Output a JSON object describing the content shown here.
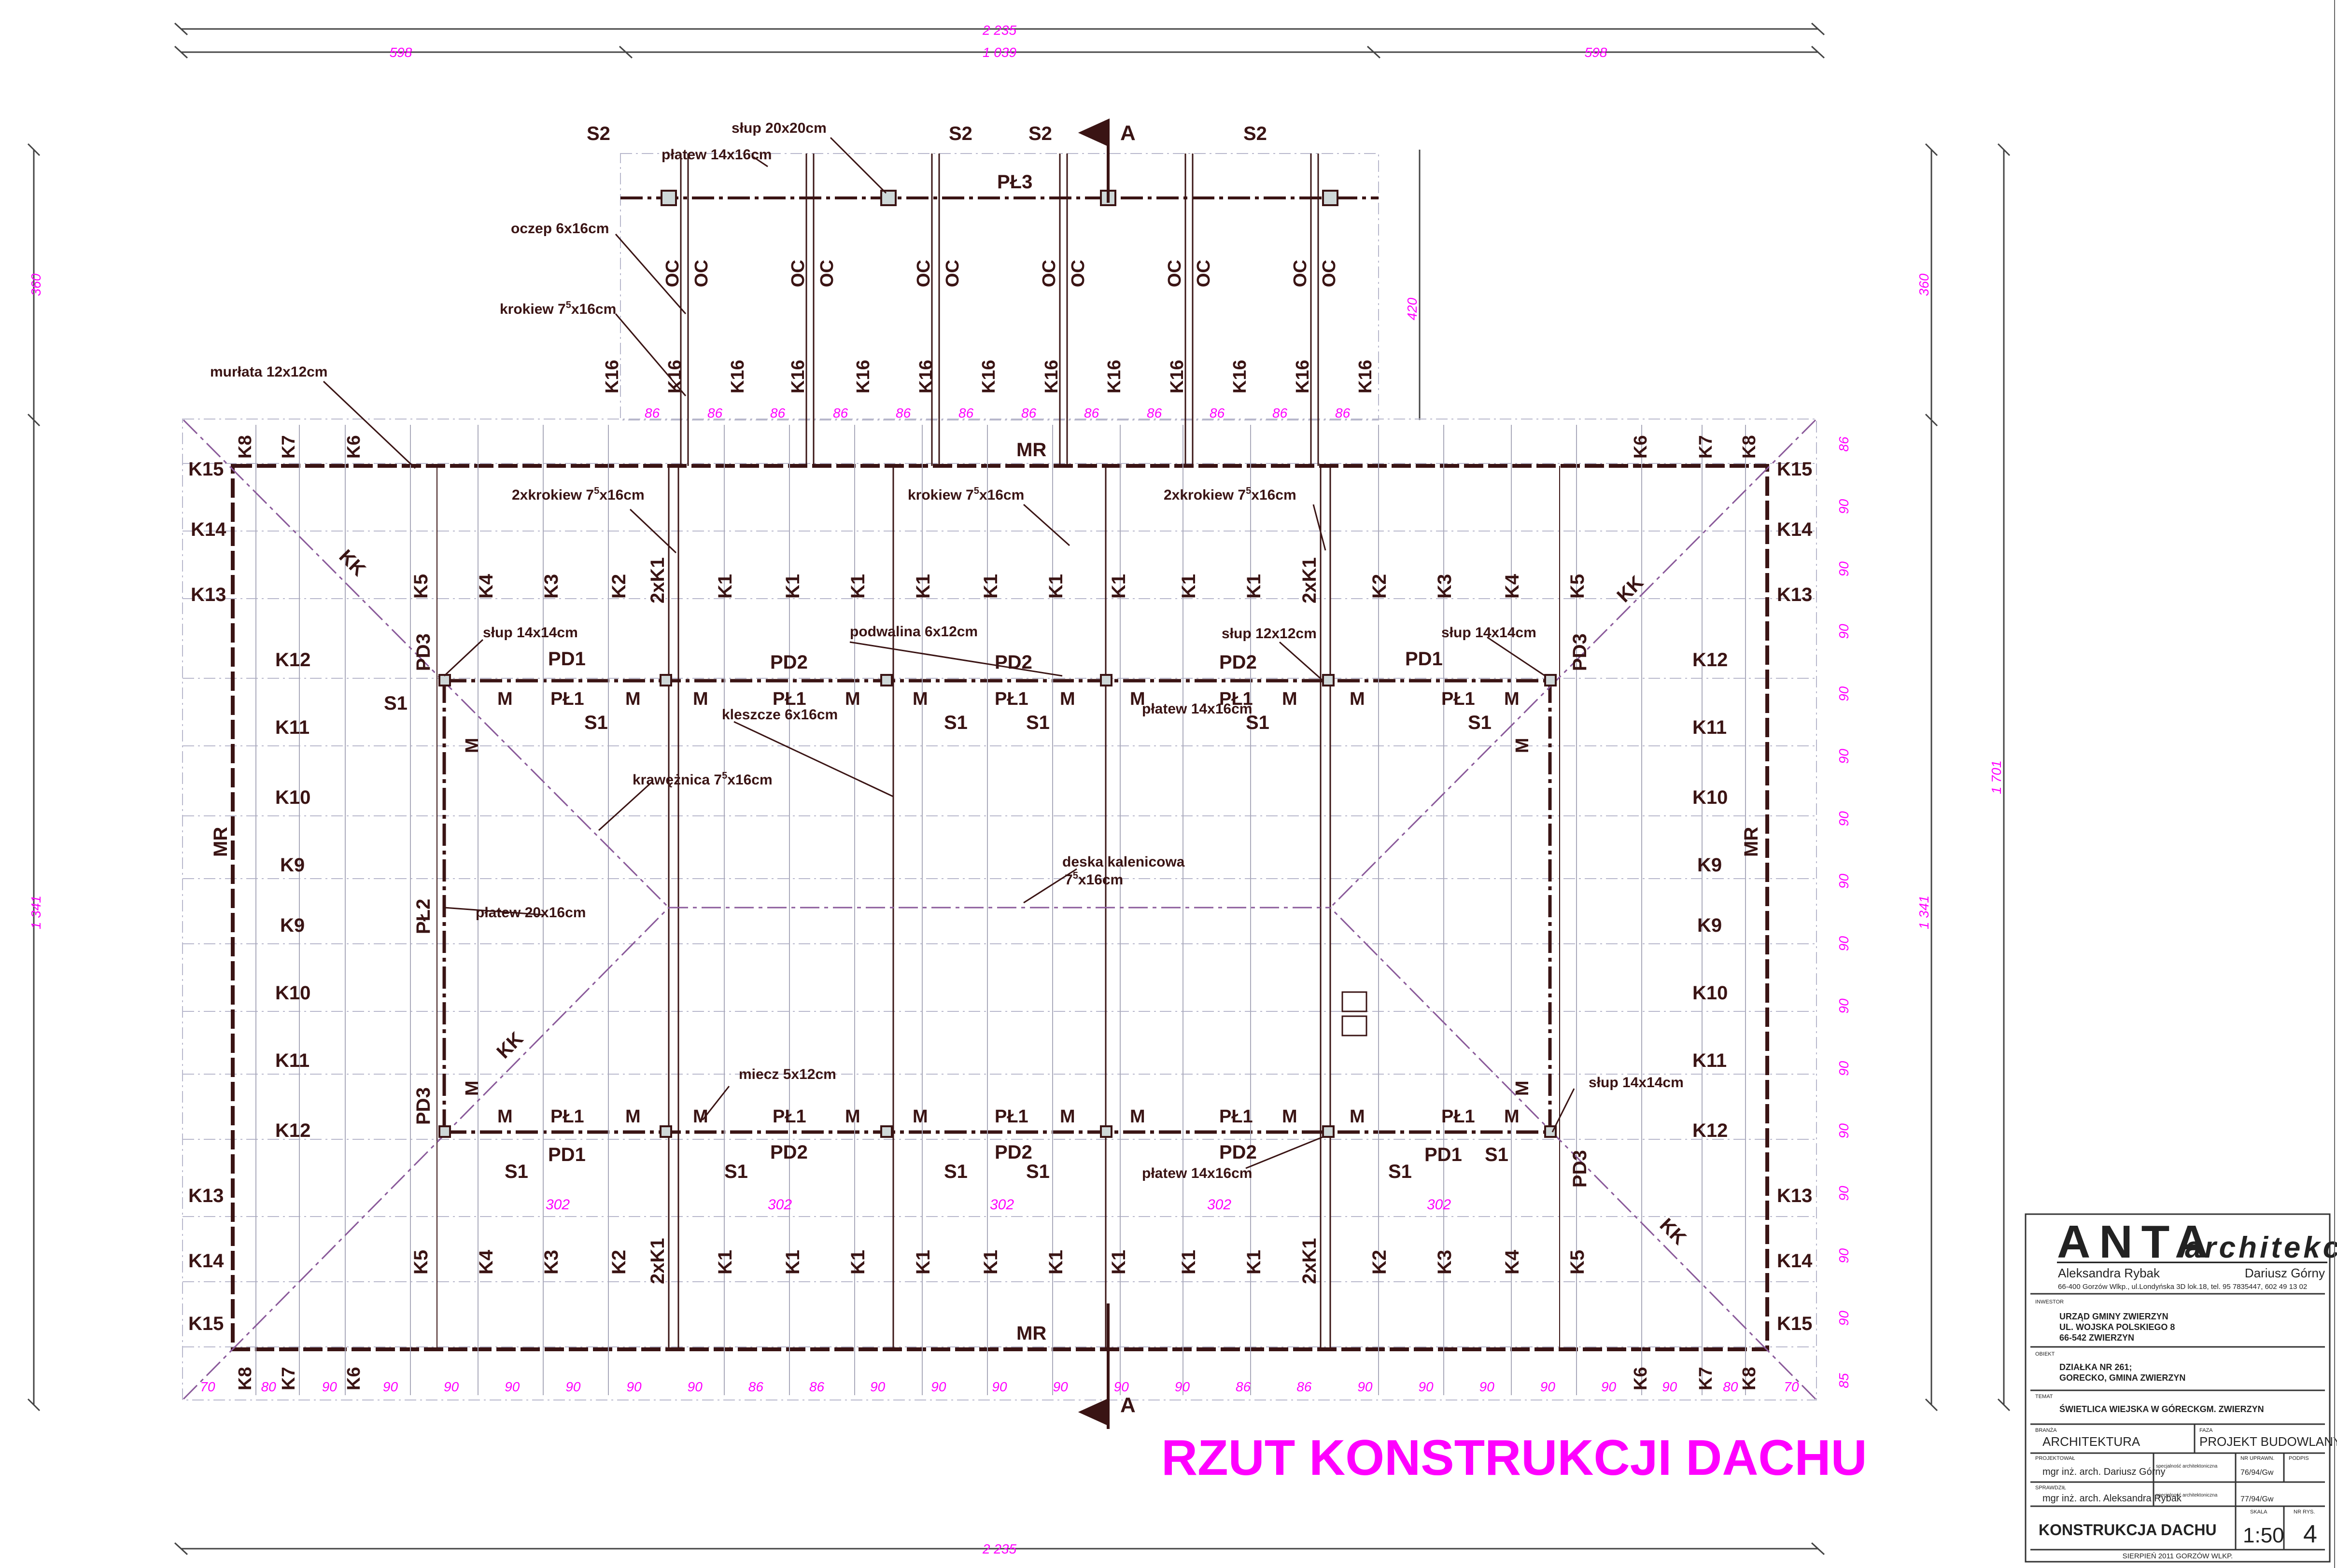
{
  "title": "RZUT KONSTRUKCJI DACHU",
  "dimensions": {
    "top_total": "2 235",
    "top_left": "598",
    "top_mid": "1 039",
    "top_right": "598",
    "bottom_total": "2 235",
    "left_top": "360",
    "left_main": "1 341",
    "right_top": "360",
    "right_main": "1 341",
    "right_total": "1 701",
    "wing_height": "420",
    "rafter_spacing": "86",
    "bay": "302",
    "row_spacing": [
      "86",
      "90",
      "90",
      "90",
      "90",
      "90",
      "90",
      "90",
      "90",
      "90",
      "90",
      "90",
      "90",
      "90",
      "90",
      "85"
    ],
    "bottom_row": [
      "70",
      "80",
      "90",
      "90",
      "90",
      "90",
      "90",
      "90",
      "90",
      "86",
      "86",
      "90",
      "90",
      "90",
      "90",
      "90",
      "90",
      "86",
      "86",
      "90",
      "90",
      "90",
      "90",
      "90",
      "90",
      "80",
      "70"
    ]
  },
  "element_codes": {
    "post_top": "S2",
    "post": "S1",
    "wall_plate": "MR",
    "hip_rafter": "KK",
    "double_rafter": "2xK1",
    "rafter": "K1",
    "section": "A",
    "brace": "M",
    "oc": "OC",
    "k16": "K16",
    "purlin3": "PŁ3",
    "purlin2": "PŁ2",
    "purlin1": "PŁ1",
    "pd1": "PD1",
    "pd2": "PD2",
    "pd3": "PD3",
    "jack_left": [
      "K5",
      "K4",
      "K3",
      "K2"
    ],
    "jack_right": [
      "K2",
      "K3",
      "K4",
      "K5"
    ],
    "edge_top": [
      "K8",
      "K7",
      "K6"
    ],
    "edge_side_top": [
      "K15",
      "K14",
      "K13"
    ],
    "side_rows": [
      "K12",
      "K11",
      "K10",
      "K9",
      "K9",
      "K10",
      "K11",
      "K12"
    ]
  },
  "callouts": {
    "slup20": "słup 20x20cm",
    "platew14_top": "płatew 14x16cm",
    "oczep": "oczep 6x16cm",
    "krokiew_wing_a": "krokiew 7",
    "krokiew_wing_b": "x16cm",
    "murlata": "murłata 12x12cm",
    "two_krokiew_a": "2xkrokiew 7",
    "two_krokiew_b": "x16cm",
    "krokiew_main_a": "krokiew 7",
    "krokiew_main_b": "x16cm",
    "two_krokiew2_a": "2xkrokiew 7",
    "two_krokiew2_b": "x16cm",
    "slup14_left": "słup 14x14cm",
    "podwalina": "podwalina 6x12cm",
    "slup12": "słup 12x12cm",
    "slup14_right": "słup 14x14cm",
    "kleszcze": "kleszcze 6x16cm",
    "platew14_mid": "płatew 14x16cm",
    "kraweznica_a": "krawężnica  7",
    "kraweznica_b": "x16cm",
    "deska_a": "deska kalenicowa",
    "deska_b": "7",
    "deska_c": "x16cm",
    "platew20": "płatew 20x16cm",
    "miecz": "miecz 5x12cm",
    "slup14_bottom": "słup 14x14cm",
    "platew14_bottom": "płatew 14x16cm",
    "superscript": "5"
  },
  "title_block": {
    "firm_main": "ANTA",
    "firm_script": "architekci",
    "person_left": "Aleksandra Rybak",
    "person_right": "Dariusz Górny",
    "address": "66-400 Gorzów Wlkp., ul.Londyńska 3D lok.18,  tel. 95 7835447,  602 49 13 02",
    "investor_label": "INWESTOR",
    "investor": [
      "URZĄD GMINY ZWIERZYN",
      "UL. WOJSKA POLSKIEGO 8",
      "66-542 ZWIERZYN"
    ],
    "site_label": "OBIEKT",
    "site": [
      "DZIAŁKA NR 261;",
      "GORECKO, GMINA ZWIERZYN"
    ],
    "object_label": "TEMAT",
    "object": "ŚWIETLICA WIEJSKA W GÓRECKGM. ZWIERZYN",
    "branch_label": "BRANŻA",
    "branch": "ARCHITEKTURA",
    "phase_label": "FAZA",
    "phase": "PROJEKT BUDOWLANY",
    "designer_label": "PROJEKTOWAŁ",
    "designer": "mgr inż. arch. Dariusz Górny",
    "spec_label": "specjalność architektoniczna",
    "perm_label": "NR UPRAWN.",
    "perm1": "76/94/Gw",
    "sign_label": "PODPIS",
    "checker_label": "SPRAWDZIŁ",
    "checker": "mgr inż. arch. Aleksandra Rybak",
    "perm2": "77/94/Gw",
    "drawing": "KONSTRUKCJA DACHU",
    "scale_label": "SKALA",
    "scale": "1:50",
    "sheet_label": "NR RYS.",
    "sheet": "4",
    "date": "SIERPIEŃ 2011 GORZÓW WLKP."
  },
  "colors": {
    "line": "#3a1414",
    "grid": "#b8b8cc",
    "dim": "#ff00ff",
    "hip": "#8a5a9a"
  }
}
